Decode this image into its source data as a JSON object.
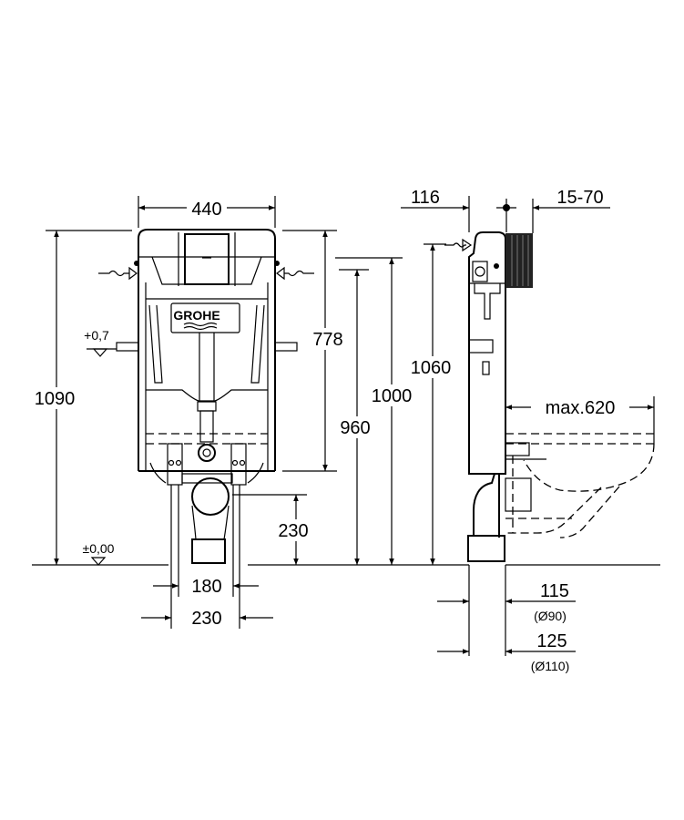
{
  "drawing": {
    "logo": "GROHE",
    "front_view": {
      "width_label": "440",
      "height_total_label": "1090",
      "height_778_label": "778",
      "height_960_label": "960",
      "height_1000_label": "1000",
      "drain_height_label": "230",
      "level_upper_label": "+0,7",
      "level_floor_label": "±0,00",
      "foot_inner_label": "180",
      "foot_outer_label": "230"
    },
    "side_view": {
      "depth_label": "116",
      "adjust_label": "15-70",
      "height_label": "1060",
      "bowl_label": "max.620",
      "depth_115_label": "115",
      "pipe_90_label": "(Ø90)",
      "depth_125_label": "125",
      "pipe_110_label": "(Ø110)"
    }
  }
}
